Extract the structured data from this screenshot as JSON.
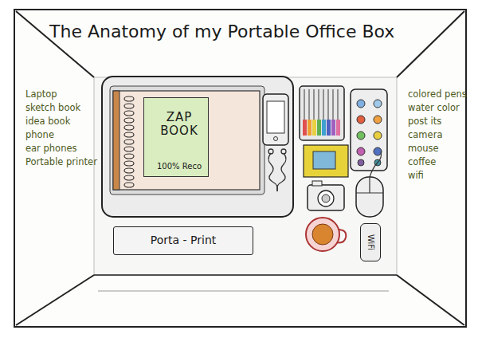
{
  "diagram": {
    "title": "The Anatomy of my Portable Office Box",
    "nodes": [
      {
        "text": [
          "ZAP BOOK",
          "100% Reco"
        ]
      },
      {
        "text": [
          "Porta - Print"
        ]
      },
      {
        "text": [
          "WiFi"
        ]
      }
    ],
    "labels": [
      "Laptop",
      "sketch book",
      "idea book",
      "phone",
      "ear phones",
      "Portable printer",
      "colored pens",
      "water color",
      "post its",
      "camera",
      "mouse",
      "coffee",
      "wifi"
    ]
  }
}
